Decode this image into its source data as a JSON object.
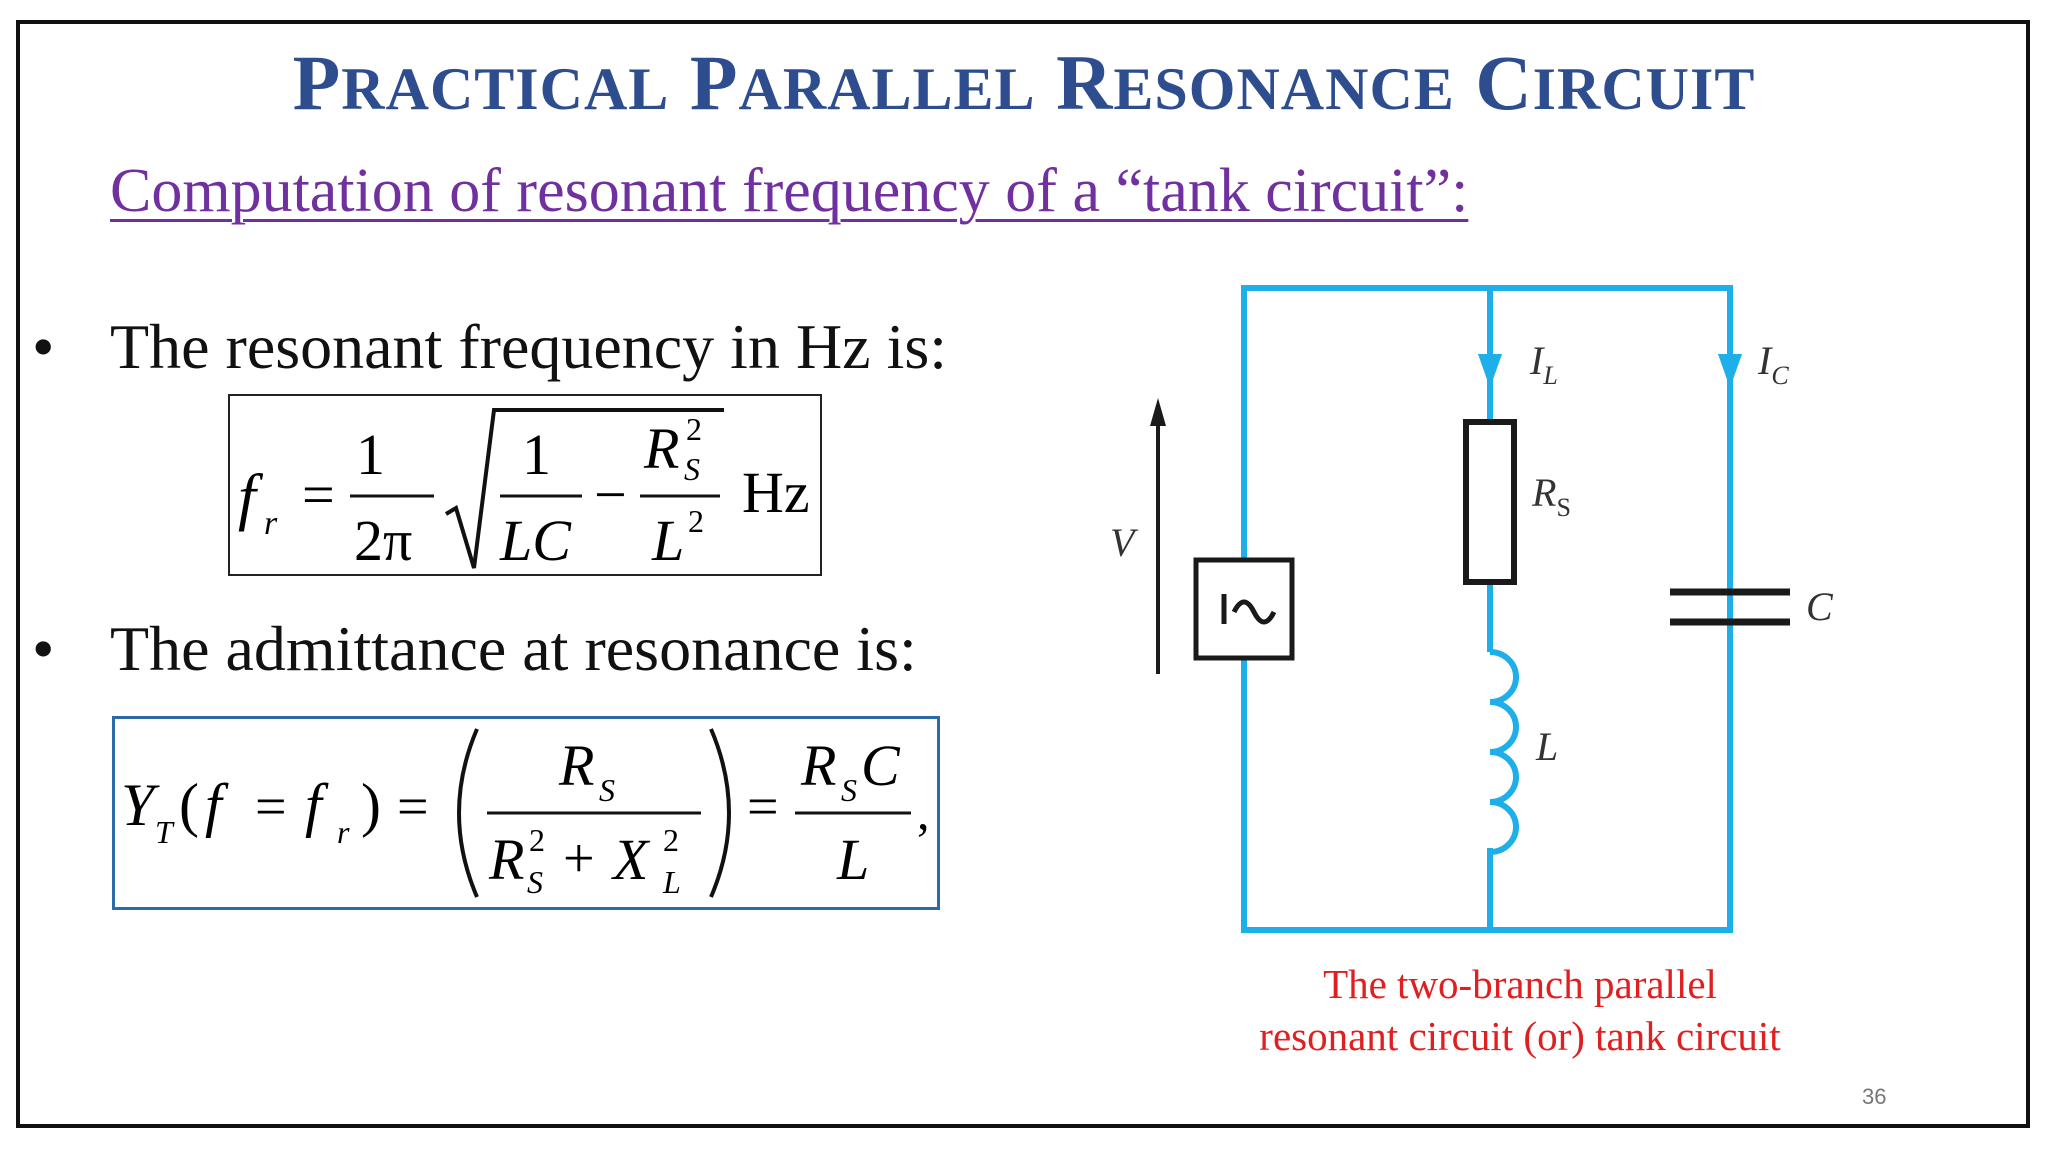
{
  "slide": {
    "title_parts": [
      {
        "cap": "P",
        "rest": "RACTICAL"
      },
      {
        "cap": "P",
        "rest": "ARALLEL"
      },
      {
        "cap": "R",
        "rest": "ESONANCE"
      },
      {
        "cap": "C",
        "rest": "IRCUIT"
      }
    ],
    "subtitle": "Computation of resonant frequency of a “tank circuit”:",
    "bullet_symbol": "•",
    "bullet1": "The resonant frequency in Hz is:",
    "bullet2": "The admittance at resonance is:",
    "eq1": {
      "f": "f",
      "sub_r": "r",
      "equals": "=",
      "one": "1",
      "two_pi": "2π",
      "LC": "LC",
      "minus": "−",
      "R": "R",
      "sub_S": "S",
      "sup_2": "2",
      "L": "L",
      "Hz": "Hz"
    },
    "eq2": {
      "Y": "Y",
      "sub_T": "T",
      "open_paren": "(",
      "f": "f",
      "equals": "=",
      "sub_r": "r",
      "close_paren": ")",
      "R": "R",
      "sub_S": "S",
      "sup_2": "2",
      "plus": "+",
      "X": "X",
      "sub_L": "L",
      "C": "C",
      "L": "L",
      "comma": ","
    },
    "circuit": {
      "label_IL": "I",
      "label_IL_sub": "L",
      "label_IC": "I",
      "label_IC_sub": "C",
      "label_RS": "R",
      "label_RS_sub": "S",
      "label_L": "L",
      "label_C": "C",
      "label_V": "V"
    },
    "caption_line1": "The two-branch parallel",
    "caption_line2": "resonant circuit (or) tank circuit",
    "page_number": "36",
    "colors": {
      "title": "#2e4d8e",
      "subtitle": "#7030a0",
      "wire": "#1eaee8",
      "caption": "#e02020",
      "eqbox2_border": "#2d6aa8"
    }
  }
}
